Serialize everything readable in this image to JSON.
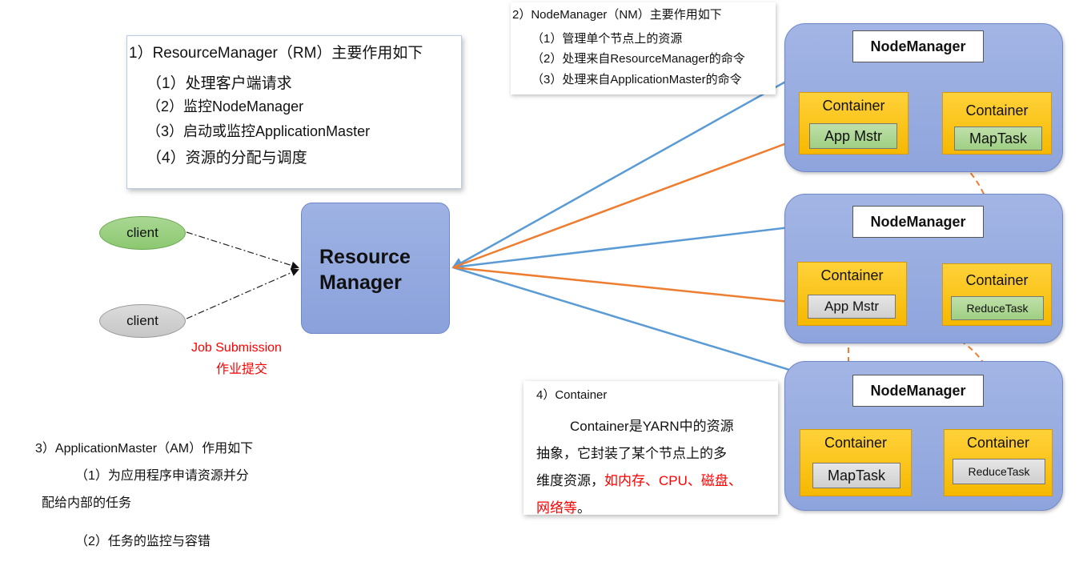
{
  "rm_text": {
    "heading": "1）ResourceManager（RM）主要作用如下",
    "items": [
      "（1）处理客户端请求",
      "（2）监控NodeManager",
      "（3）启动或监控ApplicationMaster",
      "（4）资源的分配与调度"
    ]
  },
  "nm_text": {
    "heading": "2）NodeManager（NM）主要作用如下",
    "items": [
      "（1）管理单个节点上的资源",
      "（2）处理来自ResourceManager的命令",
      "（3）处理来自ApplicationMaster的命令"
    ]
  },
  "am_text": {
    "heading": "3）ApplicationMaster（AM）作用如下",
    "line1": "（1）为应用程序申请资源并分",
    "line2": "配给内部的任务",
    "line3": "（2）任务的监控与容错"
  },
  "container_text": {
    "heading": "4）Container",
    "line1": "Container是YARN中的资源",
    "line2": "抽象，它封装了某个节点上的多",
    "line3_black": "维度资源，",
    "line3_red": "如内存、CPU、磁盘、",
    "line4_red": "网络等",
    "line4_black": "。"
  },
  "resource_manager": {
    "line1": "Resource",
    "line2": "Manager"
  },
  "clients": [
    "client",
    "client"
  ],
  "job_submission": {
    "en": "Job Submission",
    "zh": "作业提交"
  },
  "nodes": [
    {
      "label": "NodeManager",
      "containers": [
        {
          "title": "Container",
          "task": "App Mstr"
        },
        {
          "title": "Container",
          "task": "MapTask"
        }
      ]
    },
    {
      "label": "NodeManager",
      "containers": [
        {
          "title": "Container",
          "task": "App Mstr"
        },
        {
          "title": "Container",
          "task": "ReduceTask"
        }
      ]
    },
    {
      "label": "NodeManager",
      "containers": [
        {
          "title": "Container",
          "task": "MapTask"
        },
        {
          "title": "Container",
          "task": "ReduceTask"
        }
      ]
    }
  ],
  "colors": {
    "blue_arrow": "#5b9bd5",
    "orange_arrow": "#ed7d31",
    "red_text": "#ff0000"
  }
}
